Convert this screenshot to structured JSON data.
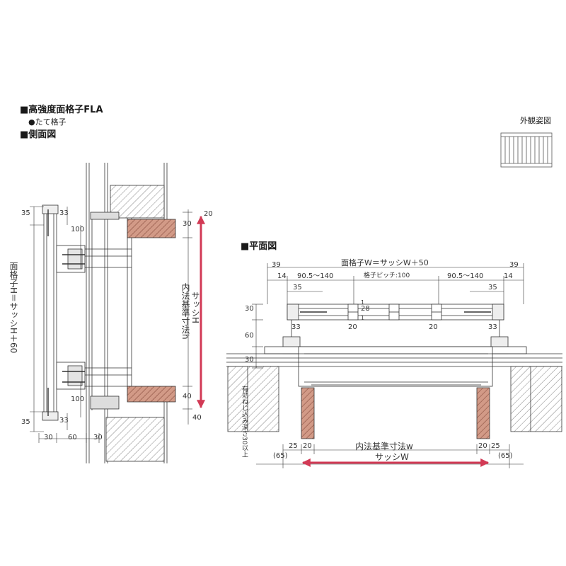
{
  "titles": {
    "product": "■高強度面格子FLA",
    "type": "●たて格子",
    "side_view": "■側面図",
    "plan_view": "■平面図",
    "appearance": "外観姿図"
  },
  "side": {
    "overall_height_label": "面格子H＝サッシH＋60",
    "inner_std_label": "内法基準寸法h",
    "sash_h_label": "サッシH",
    "dim_35_top": "35",
    "dim_33_top": "33",
    "dim_100_top": "100",
    "dim_20_top": "20",
    "dim_30_top": "30",
    "dim_40_mid": "40",
    "dim_40_bot": "40",
    "dim_100_bot": "100",
    "dim_35_bot": "35",
    "dim_33_bot": "33",
    "dim_30_base": "30",
    "dim_60_base": "60",
    "dim_30_inner": "30"
  },
  "plan": {
    "width_label": "面格子W＝サッシW＋50",
    "dim_39_l": "39",
    "dim_39_r": "39",
    "dim_14_l": "14",
    "dim_14_r": "14",
    "dim_range_l": "90.5～140",
    "dim_range_r": "90.5～140",
    "pitch_label": "格子ピッチ:100",
    "dim_35_l": "35",
    "dim_35_r": "35",
    "dim_30": "30",
    "dim_28": "28",
    "dim_1a": "1",
    "dim_1b": "1",
    "dim_33_l": "33",
    "dim_33_r": "33",
    "dim_20_a": "20",
    "dim_20_b": "20",
    "dim_60": "60",
    "dim_30_side": "30",
    "screw_note": "有効ねじ込み深さ30以上",
    "dim_25_l": "25",
    "dim_20_l": "20",
    "dim_20_r": "20",
    "dim_25_r": "25",
    "inner_std_w": "内法基準寸法w",
    "paren_65_l": "(65)",
    "paren_65_r": "(65)",
    "sash_w_label": "サッシW"
  },
  "colors": {
    "line": "#333333",
    "accent_arrow": "#d23a55",
    "wood_fill": "#c98a78"
  }
}
